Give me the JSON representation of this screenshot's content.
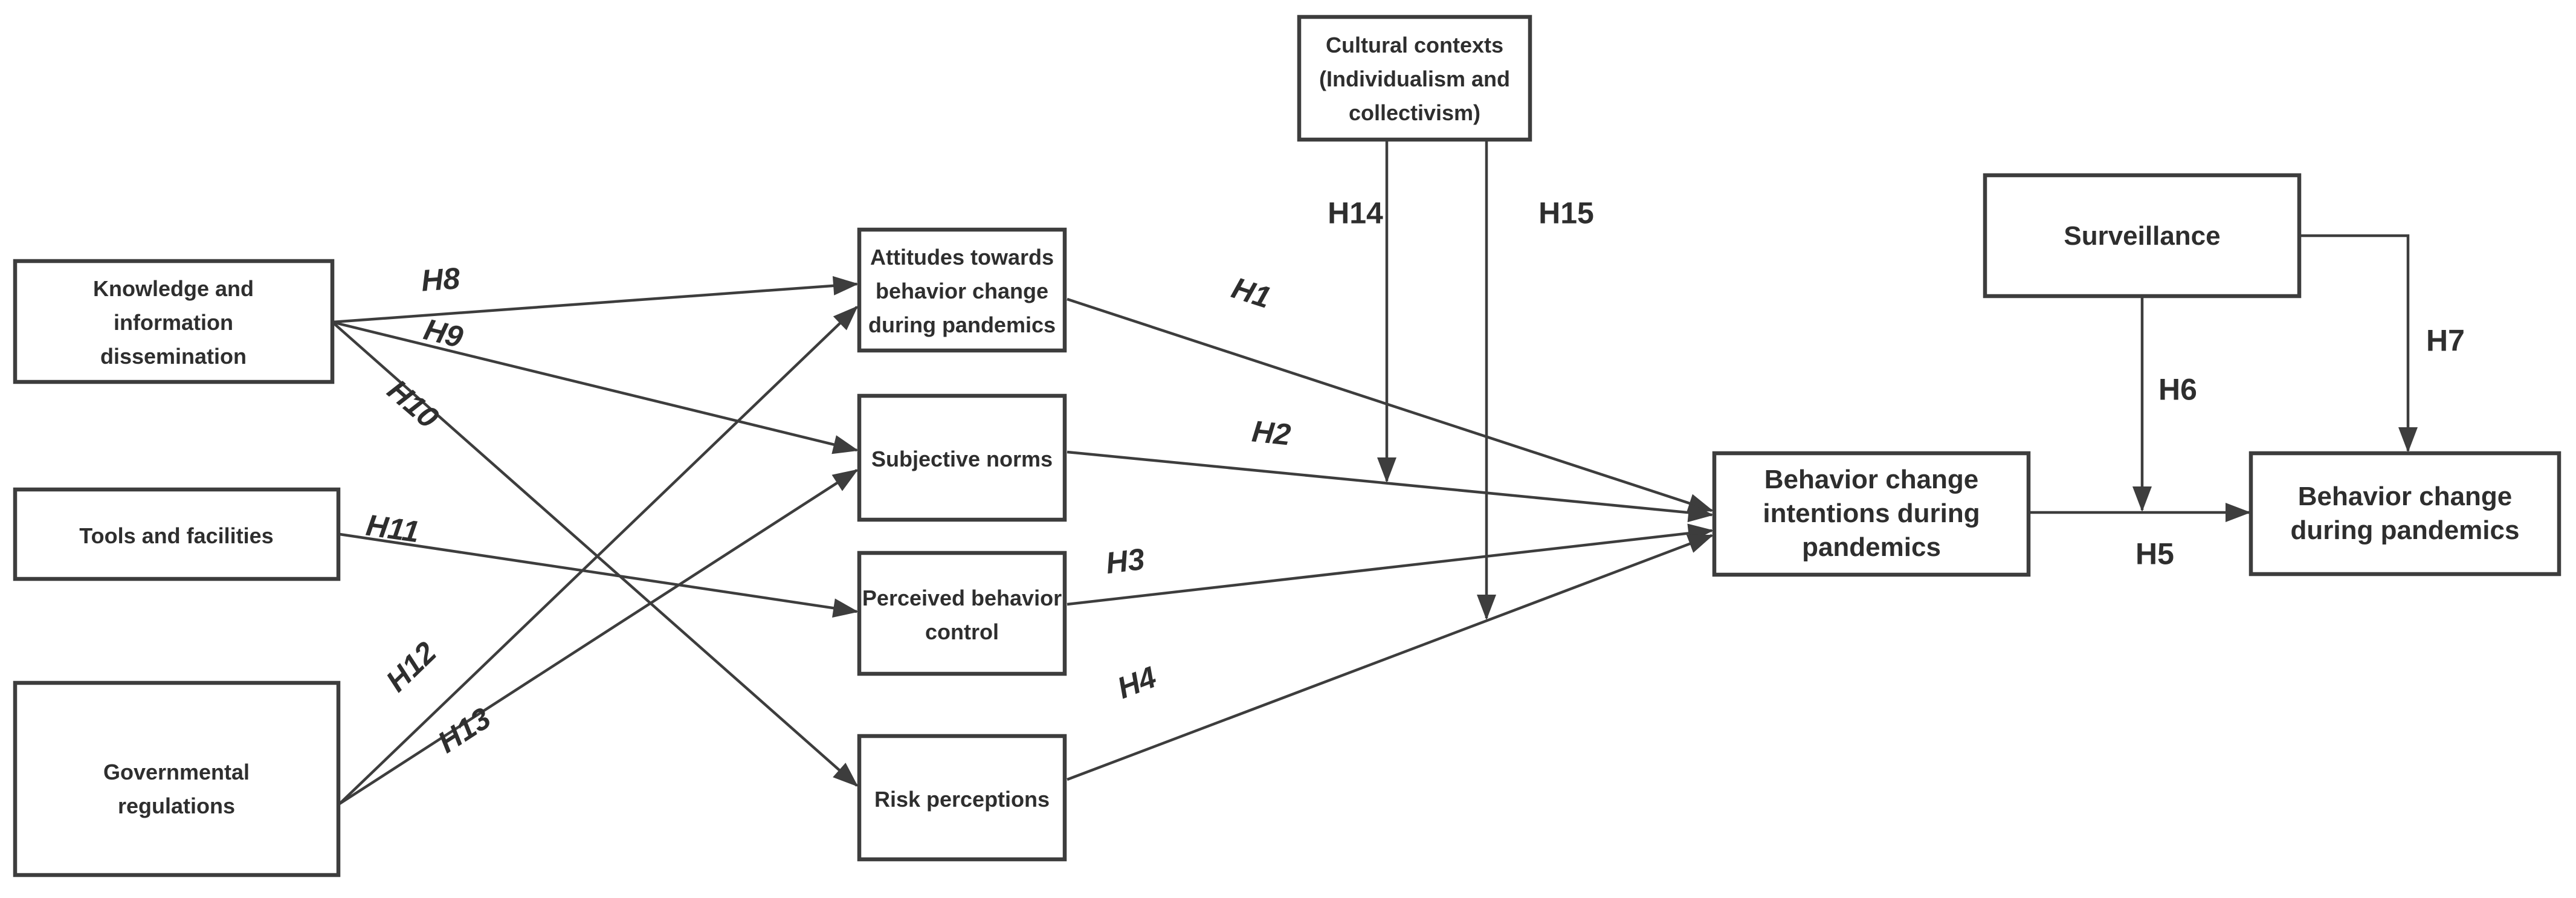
{
  "figure": {
    "type": "hypothesis-path-model",
    "background": "#ffffff",
    "stroke_color": "#3d3d3d",
    "text_color": "#2e2e2e"
  },
  "nodes": {
    "knowledge": {
      "lines": [
        "Knowledge and",
        "information",
        "dissemination"
      ]
    },
    "tools": {
      "lines": [
        "Tools and facilities"
      ]
    },
    "government": {
      "lines": [
        "Governmental",
        "regulations"
      ]
    },
    "attitudes": {
      "lines": [
        "Attitudes towards",
        "behavior change",
        "during pandemics"
      ]
    },
    "subjective": {
      "lines": [
        "Subjective norms"
      ]
    },
    "perceived": {
      "lines": [
        "Perceived behavior",
        "control"
      ]
    },
    "risk": {
      "lines": [
        "Risk perceptions"
      ]
    },
    "cultural": {
      "lines": [
        "Cultural contexts",
        "(Individualism and",
        "collectivism)"
      ]
    },
    "intentions": {
      "lines": [
        "Behavior change",
        "intentions during",
        "pandemics"
      ]
    },
    "surveillance": {
      "lines": [
        "Surveillance"
      ]
    },
    "behavior": {
      "lines": [
        "Behavior change",
        "during pandemics"
      ]
    }
  },
  "hypotheses": {
    "h1": "H1",
    "h2": "H2",
    "h3": "H3",
    "h4": "H4",
    "h5": "H5",
    "h6": "H6",
    "h7": "H7",
    "h8": "H8",
    "h9": "H9",
    "h10": "H10",
    "h11": "H11",
    "h12": "H12",
    "h13": "H13",
    "h14": "H14",
    "h15": "H15"
  },
  "edges": [
    {
      "label": "H1",
      "from": "Attitudes towards behavior change during pandemics",
      "to": "Behavior change intentions during pandemics"
    },
    {
      "label": "H2",
      "from": "Subjective norms",
      "to": "Behavior change intentions during pandemics"
    },
    {
      "label": "H3",
      "from": "Perceived behavior control",
      "to": "Behavior change intentions during pandemics"
    },
    {
      "label": "H4",
      "from": "Risk perceptions",
      "to": "Behavior change intentions during pandemics"
    },
    {
      "label": "H5",
      "from": "Behavior change intentions during pandemics",
      "to": "Behavior change during pandemics"
    },
    {
      "label": "H6",
      "from": "Surveillance",
      "to": "H5 path (intentions to behavior)"
    },
    {
      "label": "H7",
      "from": "Surveillance",
      "to": "Behavior change during pandemics"
    },
    {
      "label": "H8",
      "from": "Knowledge and information dissemination",
      "to": "Attitudes towards behavior change during pandemics"
    },
    {
      "label": "H9",
      "from": "Knowledge and information dissemination",
      "to": "Subjective norms"
    },
    {
      "label": "H10",
      "from": "Knowledge and information dissemination",
      "to": "Risk perceptions"
    },
    {
      "label": "H11",
      "from": "Tools and facilities",
      "to": "Perceived behavior control"
    },
    {
      "label": "H12",
      "from": "Governmental regulations",
      "to": "Attitudes towards behavior change during pandemics"
    },
    {
      "label": "H13",
      "from": "Governmental regulations",
      "to": "Subjective norms"
    },
    {
      "label": "H14",
      "from": "Cultural contexts (Individualism and collectivism)",
      "to": "H2 path (subjective norms to intentions)"
    },
    {
      "label": "H15",
      "from": "Cultural contexts (Individualism and collectivism)",
      "to": "H4 path (risk perceptions to intentions)"
    }
  ]
}
